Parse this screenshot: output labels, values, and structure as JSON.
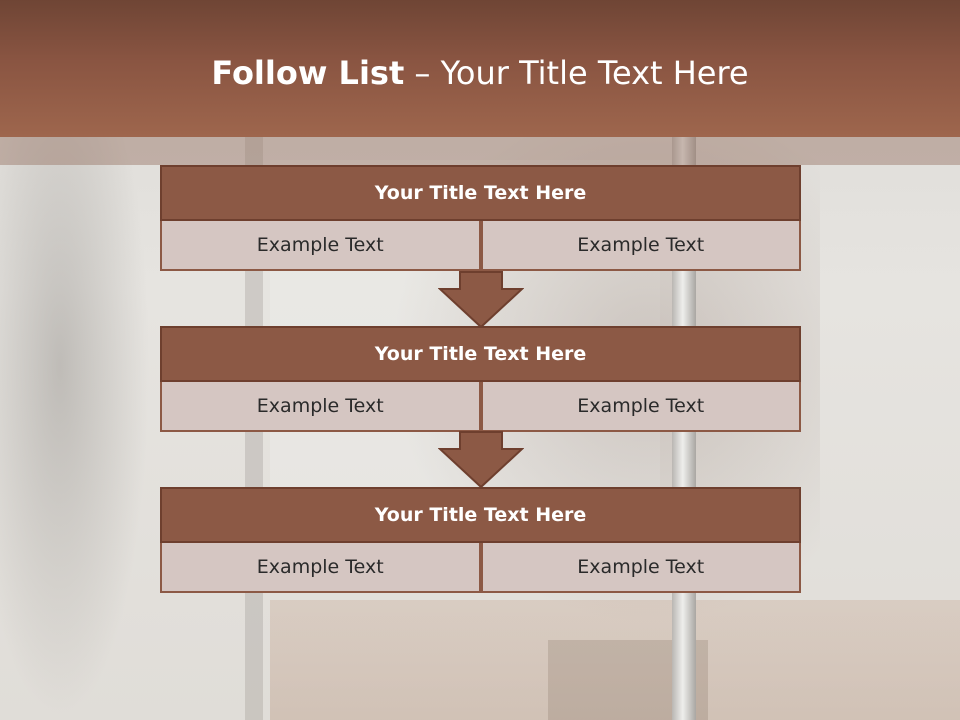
{
  "header": {
    "title_bold": "Follow List",
    "title_rest": " – Your Title Text Here"
  },
  "colors": {
    "header_dark": "#6f4535",
    "header_light": "#9e664d",
    "box_title": "#8c5945",
    "box_cell": "#d5c6c2"
  },
  "steps": [
    {
      "title": "Your Title Text Here",
      "cells": [
        "Example Text",
        "Example Text"
      ]
    },
    {
      "title": "Your Title Text Here",
      "cells": [
        "Example Text",
        "Example Text"
      ]
    },
    {
      "title": "Your Title Text Here",
      "cells": [
        "Example Text",
        "Example Text"
      ]
    }
  ],
  "icons": {
    "connector": "down-arrow-icon"
  }
}
